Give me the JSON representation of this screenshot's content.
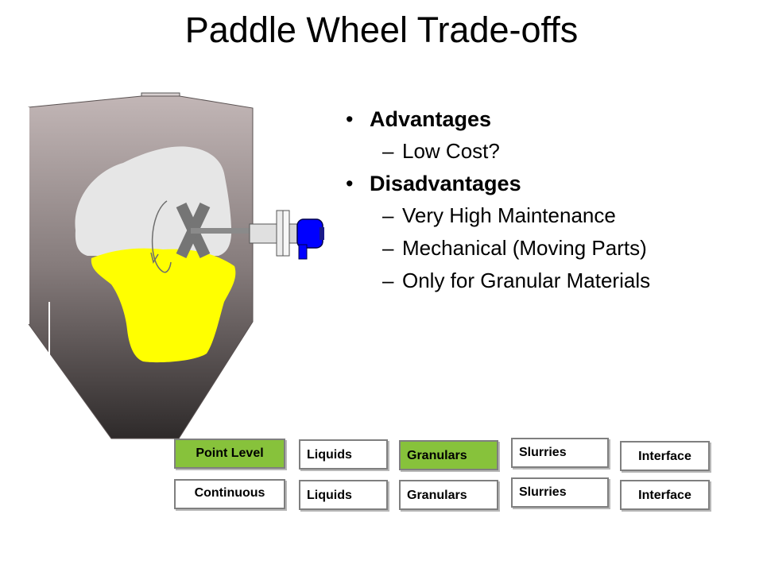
{
  "title": "Paddle Wheel Trade-offs",
  "bullets": [
    {
      "text": "Advantages",
      "subs": [
        "Low Cost?"
      ]
    },
    {
      "text": "Disadvantages",
      "subs": [
        "Very High Maintenance",
        "Mechanical (Moving Parts)",
        "Only for Granular Materials"
      ]
    }
  ],
  "bullet_glyph": "•",
  "dash_glyph": "–",
  "nav": {
    "row1": [
      "Point Level",
      "Liquids",
      "Granulars",
      "Slurries",
      "Interface"
    ],
    "row2": [
      "Continuous",
      "Liquids",
      "Granulars",
      "Slurries",
      "Interface"
    ]
  },
  "colors": {
    "active_button": "#87c23b",
    "material": "#ffff00",
    "silo_top": "#c2b6b6",
    "silo_bottom": "#2e2a2a",
    "sensor_housing": "#0000ff"
  }
}
